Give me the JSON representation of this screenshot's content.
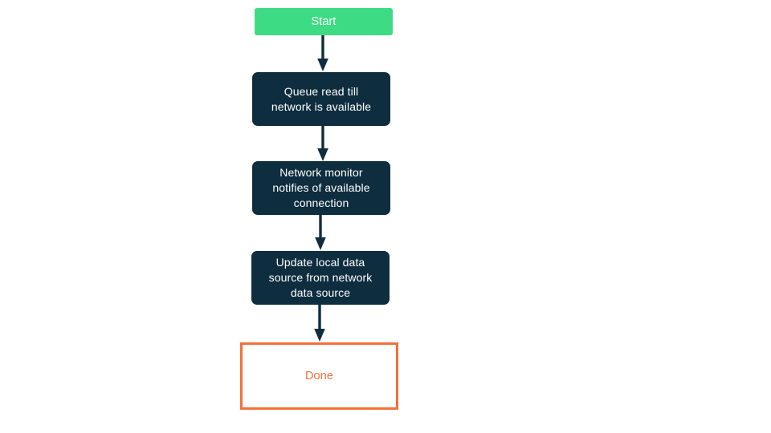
{
  "diagram": {
    "type": "flowchart",
    "orientation": "top-to-bottom",
    "background_color": "#ffffff",
    "palette": {
      "start_fill": "#3ddc84",
      "start_text": "#ffffff",
      "process_fill": "#0e2d3f",
      "process_text": "#ffffff",
      "terminal_border": "#f4703a",
      "terminal_text": "#f4703a",
      "terminal_fill": "#ffffff",
      "arrow_color": "#0e2d3f"
    },
    "nodes": [
      {
        "id": "start",
        "label": "Start",
        "shape": "rounded-rect",
        "style": "start"
      },
      {
        "id": "queue-read",
        "label": "Queue read till\nnetwork is available",
        "shape": "rounded-rect",
        "style": "process"
      },
      {
        "id": "network-monitor",
        "label": "Network monitor\nnotifies of available\nconnection",
        "shape": "rounded-rect",
        "style": "process"
      },
      {
        "id": "update-local",
        "label": "Update local data\nsource from network\ndata source",
        "shape": "rounded-rect",
        "style": "process"
      },
      {
        "id": "done",
        "label": "Done",
        "shape": "rect",
        "style": "terminal"
      }
    ],
    "edges": [
      {
        "id": "edge-start-queue",
        "from": "start",
        "to": "queue-read",
        "label": "",
        "arrowhead": "solid"
      },
      {
        "id": "edge-queue-monitor",
        "from": "queue-read",
        "to": "network-monitor",
        "label": "",
        "arrowhead": "solid"
      },
      {
        "id": "edge-monitor-update",
        "from": "network-monitor",
        "to": "update-local",
        "label": "",
        "arrowhead": "solid"
      },
      {
        "id": "edge-update-done",
        "from": "update-local",
        "to": "done",
        "label": "",
        "arrowhead": "solid"
      }
    ]
  }
}
